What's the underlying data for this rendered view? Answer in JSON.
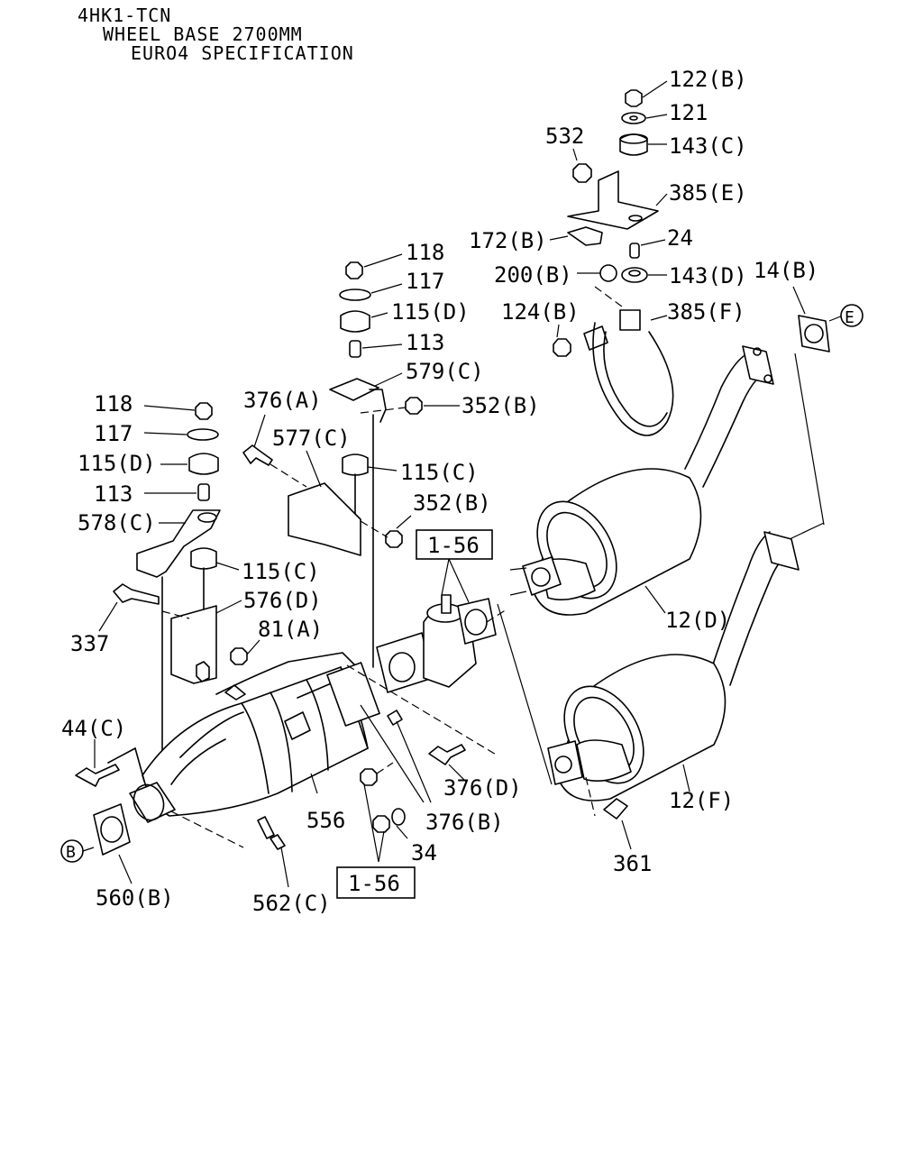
{
  "header": {
    "line1": "4HK1-TCN",
    "line2": "WHEEL BASE 2700MM",
    "line3": "EURO4 SPECIFICATION"
  },
  "labels": {
    "l122b": "122(B)",
    "l121": "121",
    "l532": "532",
    "l143c": "143(C)",
    "l385e": "385(E)",
    "l172b": "172(B)",
    "l24": "24",
    "l200b": "200(B)",
    "l143d": "143(D)",
    "l14b": "14(B)",
    "l124b": "124(B)",
    "l385f": "385(F)",
    "lE": "E",
    "l118a": "118",
    "l117a": "117",
    "l115d_a": "115(D)",
    "l113a": "113",
    "l579c": "579(C)",
    "l376a": "376(A)",
    "l352b_a": "352(B)",
    "l118b": "118",
    "l117b": "117",
    "l577c": "577(C)",
    "l115d_b": "115(D)",
    "l115c_a": "115(C)",
    "l113b": "113",
    "l352b_b": "352(B)",
    "l578c": "578(C)",
    "l156_a": "1-56",
    "l115c_b": "115(C)",
    "l576d": "576(D)",
    "l337": "337",
    "l81a": "81(A)",
    "l12d": "12(D)",
    "l44c": "44(C)",
    "l376d": "376(D)",
    "l556": "556",
    "l376b": "376(B)",
    "l12f": "12(F)",
    "lB": "B",
    "l34": "34",
    "l560b": "560(B)",
    "l562c": "562(C)",
    "l156_b": "1-56",
    "l361": "361"
  }
}
